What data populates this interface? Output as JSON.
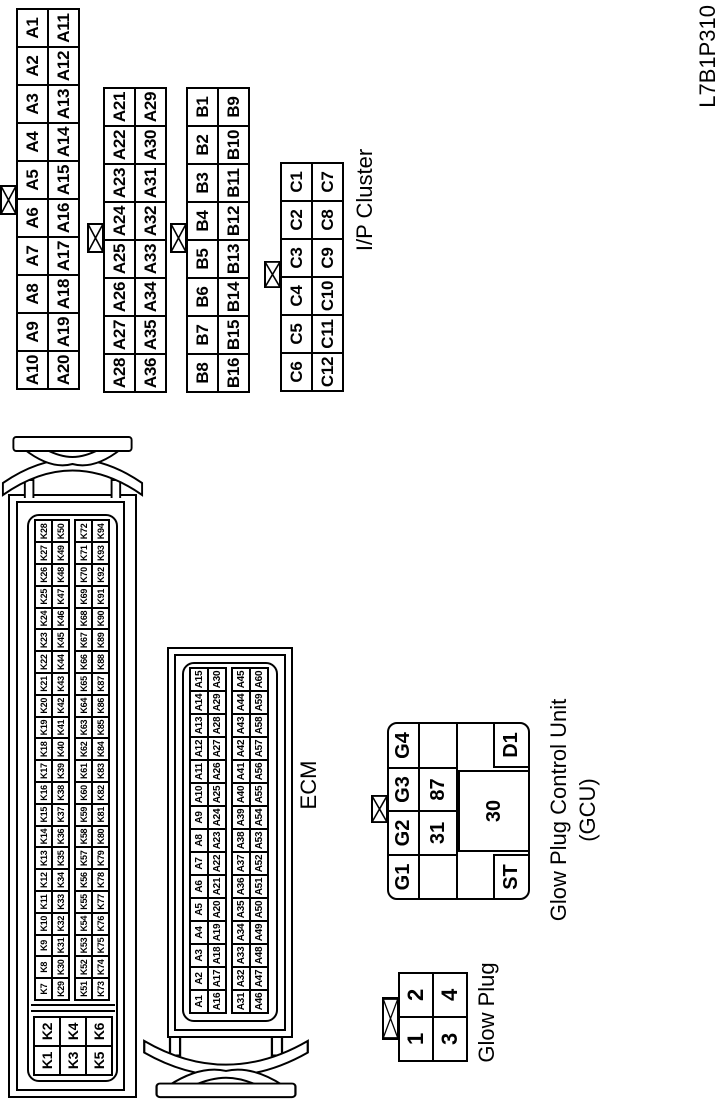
{
  "figure_code": "L7B1P310",
  "labels": {
    "ip_cluster": "I/P Cluster",
    "ecm": "ECM",
    "gcu_line1": "Glow Plug Control Unit",
    "gcu_line2": "(GCU)",
    "glow_plug": "Glow Plug"
  },
  "connectors": {
    "ip_a1": {
      "blocks": [
        [
          [
            "A10",
            "A9",
            "A8",
            "A7",
            "A6",
            "A5",
            "A4",
            "A3",
            "A2",
            "A1"
          ],
          [
            "A20",
            "A19",
            "A18",
            "A17",
            "A16",
            "A15",
            "A14",
            "A13",
            "A12",
            "A11"
          ]
        ]
      ]
    },
    "ip_a2": {
      "blocks": [
        [
          [
            "A28",
            "A27",
            "A26",
            "A25",
            "A24",
            "A23",
            "A22",
            "A21"
          ],
          [
            "A36",
            "A35",
            "A34",
            "A33",
            "A32",
            "A31",
            "A30",
            "A29"
          ]
        ]
      ]
    },
    "ip_b": {
      "blocks": [
        [
          [
            "B8",
            "B7",
            "B6",
            "B5",
            "B4",
            "B3",
            "B2",
            "B1"
          ],
          [
            "B16",
            "B15",
            "B14",
            "B13",
            "B12",
            "B11",
            "B10",
            "B9"
          ]
        ]
      ]
    },
    "ip_c": {
      "blocks": [
        [
          [
            "C6",
            "C5",
            "C4",
            "C3",
            "C2",
            "C1"
          ],
          [
            "C12",
            "C11",
            "C10",
            "C9",
            "C8",
            "C7"
          ]
        ]
      ]
    },
    "ecm_k_small": {
      "blocks": [
        [
          [
            "K1",
            "K2"
          ],
          [
            "K3",
            "K4"
          ],
          [
            "K5",
            "K6"
          ]
        ]
      ]
    },
    "ecm_k_main": {
      "blocks": [
        [
          [
            "K7",
            "K8",
            "K9",
            "K10",
            "K11",
            "K12",
            "K13",
            "K14",
            "K15",
            "K16",
            "K17",
            "K18",
            "K19",
            "K20",
            "K21",
            "K22",
            "K23",
            "K24",
            "K25",
            "K26",
            "K27",
            "K28"
          ],
          [
            "K29",
            "K30",
            "K31",
            "K32",
            "K33",
            "K34",
            "K35",
            "K36",
            "K37",
            "K38",
            "K39",
            "K40",
            "K41",
            "K42",
            "K43",
            "K44",
            "K45",
            "K46",
            "K47",
            "K48",
            "K49",
            "K50"
          ]
        ],
        [
          [
            "K51",
            "K52",
            "K53",
            "K54",
            "K55",
            "K56",
            "K57",
            "K58",
            "K59",
            "K60",
            "K61",
            "K62",
            "K63",
            "K64",
            "K65",
            "K66",
            "K67",
            "K68",
            "K69",
            "K70",
            "K71",
            "K72"
          ],
          [
            "K73",
            "K74",
            "K75",
            "K76",
            "K77",
            "K78",
            "K79",
            "K80",
            "K81",
            "K82",
            "K83",
            "K84",
            "K85",
            "K86",
            "K87",
            "K88",
            "K89",
            "K90",
            "K91",
            "K92",
            "K93",
            "K94"
          ]
        ]
      ]
    },
    "ecm_a": {
      "blocks": [
        [
          [
            "A1",
            "A2",
            "A3",
            "A4",
            "A5",
            "A6",
            "A7",
            "A8",
            "A9",
            "A10",
            "A11",
            "A12",
            "A13",
            "A14",
            "A15"
          ],
          [
            "A16",
            "A17",
            "A18",
            "A19",
            "A20",
            "A21",
            "A22",
            "A23",
            "A24",
            "A25",
            "A26",
            "A27",
            "A28",
            "A29",
            "A30"
          ]
        ],
        [
          [
            "A31",
            "A32",
            "A33",
            "A34",
            "A35",
            "A36",
            "A37",
            "A38",
            "A39",
            "A40",
            "A41",
            "A42",
            "A43",
            "A44",
            "A45"
          ],
          [
            "A46",
            "A47",
            "A48",
            "A49",
            "A50",
            "A51",
            "A52",
            "A53",
            "A54",
            "A55",
            "A56",
            "A57",
            "A58",
            "A59",
            "A60"
          ]
        ]
      ]
    },
    "gcu": {
      "pins_row1": [
        "G1",
        "G2",
        "G3",
        "G4"
      ],
      "pins_row2": [
        "31",
        "87"
      ],
      "pin_30": "30",
      "pin_st": "ST",
      "pin_d1": "D1"
    },
    "glow_plug": {
      "blocks": [
        [
          [
            "1",
            "2"
          ],
          [
            "3",
            "4"
          ]
        ]
      ]
    }
  },
  "colors": {
    "line": "#000000",
    "background": "#ffffff"
  }
}
